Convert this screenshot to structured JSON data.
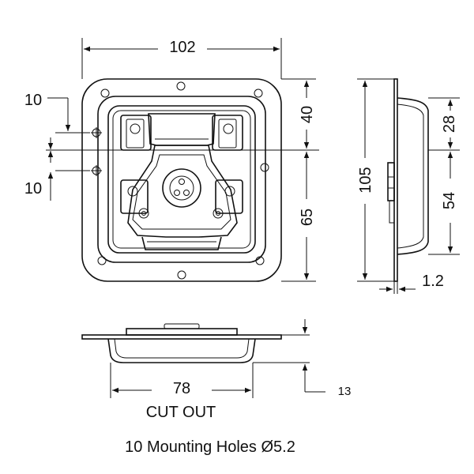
{
  "dimensions": {
    "overall_width": "102",
    "upper_height": "40",
    "lower_height": "65",
    "total_height": "105",
    "hole_offset_top": "10",
    "hole_offset_bottom": "10",
    "side_upper": "28",
    "side_lower": "54",
    "thickness": "1.2",
    "cutout_width": "78",
    "depth": "13"
  },
  "labels": {
    "cut_out": "CUT OUT",
    "mounting_holes": "10 Mounting Holes Ø5.2"
  }
}
